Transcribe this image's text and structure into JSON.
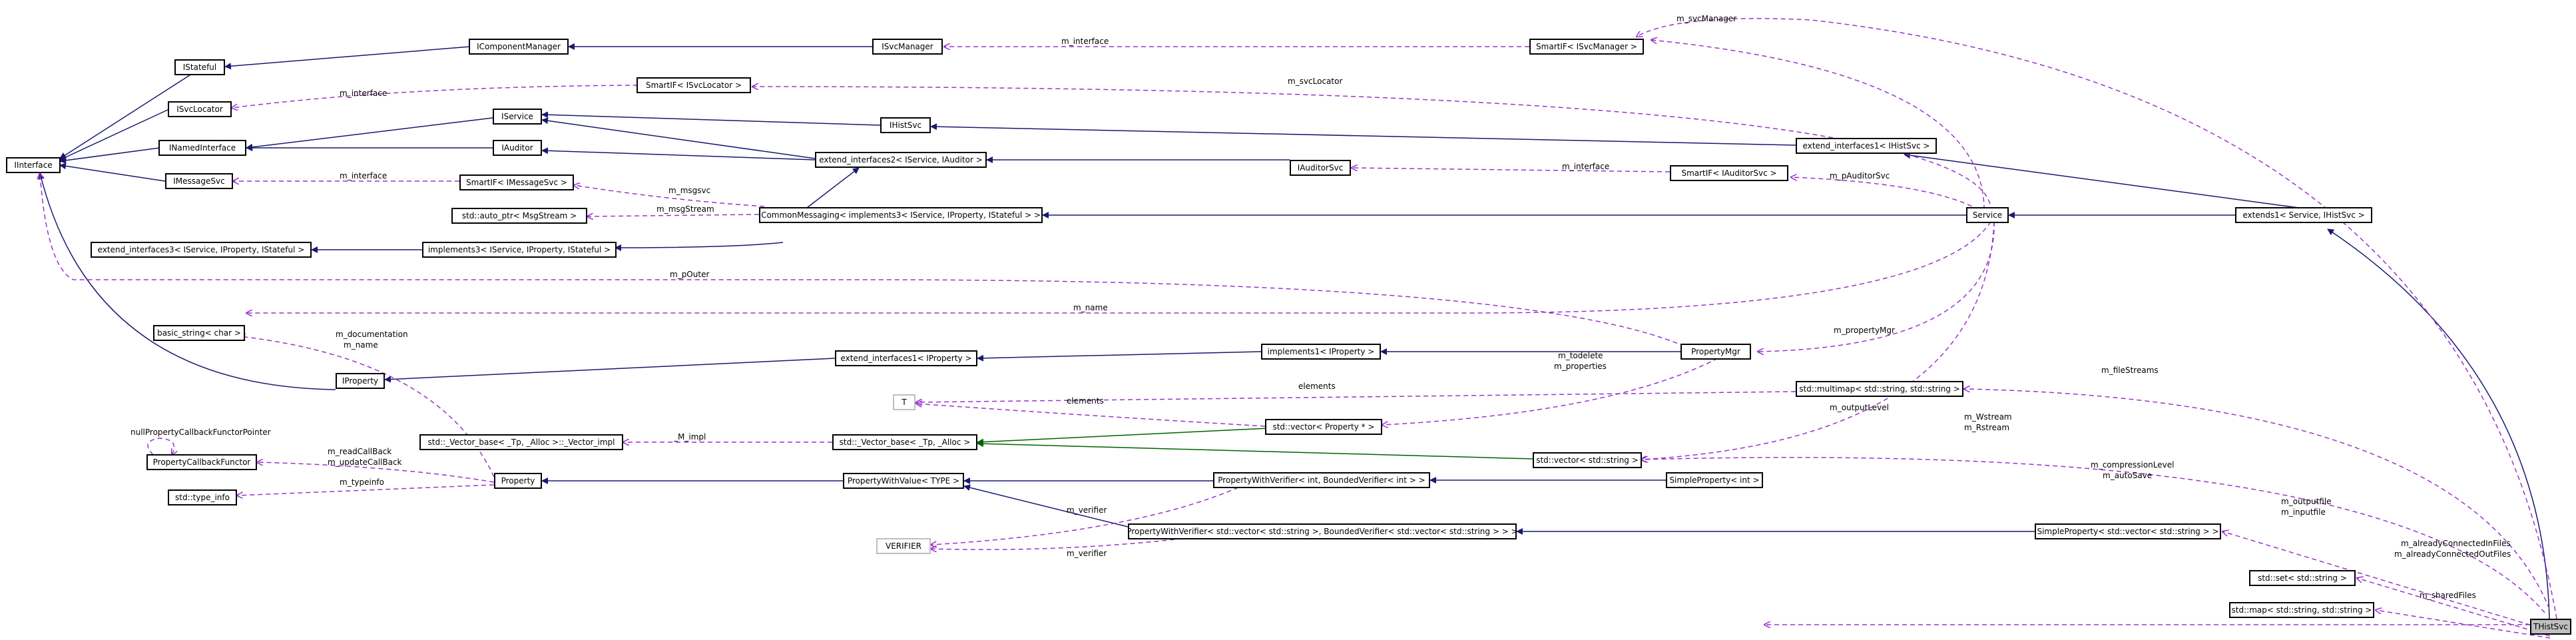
{
  "colors": {
    "inheritance": "#191970",
    "usage": "#9a32cd",
    "template": "#006400",
    "root_fill": "#bfbfbf",
    "grey_border": "#bfbfbf"
  },
  "nodes": {
    "interface": "IInterface",
    "istateful": "IStateful",
    "icomponentmanager": "IComponentManager",
    "isvcmanager": "ISvcManager",
    "smartif_isvcmanager": "SmartIF< ISvcManager >",
    "isvclocator": "ISvcLocator",
    "smartif_isvclocator": "SmartIF< ISvcLocator >",
    "inamedinterface": "INamedInterface",
    "iservice": "IService",
    "ihistsvc": "IHistSvc",
    "extend_interfaces1_ihistsvc": "extend_interfaces1< IHistSvc >",
    "iauditor": "IAuditor",
    "extend_interfaces2": "extend_interfaces2< IService, IAuditor >",
    "iauditorsvc": "IAuditorSvc",
    "smartif_iauditorsvc": "SmartIF< IAuditorSvc >",
    "imessagesvc": "IMessageSvc",
    "smartif_imessagesvc": "SmartIF< IMessageSvc >",
    "auto_ptr": "std::auto_ptr< MsgStream >",
    "commonmessaging": "CommonMessaging< implements3< IService, IProperty, IStateful > >",
    "service": "Service",
    "extends1": "extends1< Service, IHistSvc >",
    "extend_interfaces3": "extend_interfaces3< IService, IProperty, IStateful >",
    "implements3": "implements3< IService, IProperty, IStateful >",
    "basic_string": "basic_string< char >",
    "iproperty": "IProperty",
    "extend_interfaces1_iproperty": "extend_interfaces1< IProperty >",
    "implements1_iproperty": "implements1< IProperty >",
    "propertymgr": "PropertyMgr",
    "multimap": "std::multimap< std::string, std::string >",
    "t": "T",
    "vector_property": "std::vector< Property * >",
    "vector_impl": "std::_Vector_base< _Tp, _Alloc >::_Vector_impl",
    "vector_base": "std::_Vector_base< _Tp, _Alloc >",
    "vector_string": "std::vector< std::string >",
    "nullpropertycallbackfunctorpointer": "nullPropertyCallbackFunctorPointer",
    "propertycallbackfunctor": "PropertyCallbackFunctor",
    "type_info": "std::type_info",
    "property": "Property",
    "propertywithvalue": "PropertyWithValue< TYPE >",
    "propertywithverifier_int": "PropertyWithVerifier< int, BoundedVerifier< int > >",
    "simpleproperty_int": "SimpleProperty< int >",
    "verifier": "VERIFIER",
    "propertywithverifier_vector": "PropertyWithVerifier< std::vector< std::string >, BoundedVerifier< std::vector< std::string > > >",
    "simpleproperty_vector": "SimpleProperty< std::vector< std::string > >",
    "thistsvc": "THistSvc",
    "std_set": "std::set< std::string >",
    "std_map": "std::map< std::string, std::string >"
  },
  "edge_labels": {
    "m_svcmanager": "m_svcManager",
    "m_interface": "m_interface",
    "m_svclocator": "m_svcLocator",
    "m_msgsvc": "m_msgsvc",
    "m_msgstream": "m_msgStream",
    "m_pauditorsvc": "m_pAuditorSvc",
    "m_pouter": "m_pOuter",
    "m_name": "m_name",
    "m_propertymgr": "m_propertyMgr",
    "m_documentation": "m_documentation",
    "m_todelete": "m_todelete",
    "m_properties": "m_properties",
    "elements": "elements",
    "m_filestreams": "m_fileStreams",
    "m_impl": "_M_impl",
    "m_outputlevel": "m_outputLevel",
    "m_wstream": "m_Wstream",
    "m_rstream": "m_Rstream",
    "m_readcallback": "m_readCallBack",
    "m_updatecallback": "m_updateCallBack",
    "m_typeinfo": "m_typeinfo",
    "m_compressionlevel": "m_compressionLevel",
    "m_autosave": "m_autoSave",
    "m_verifier": "m_verifier",
    "m_outputfile": "m_outputfile",
    "m_inputfile": "m_inputfile",
    "m_alreadyconnectedinfiles": "m_alreadyConnectedInFiles",
    "m_alreadyconnectedoutfiles": "m_alreadyConnectedOutFiles",
    "m_sharedfiles": "m_sharedFiles"
  }
}
